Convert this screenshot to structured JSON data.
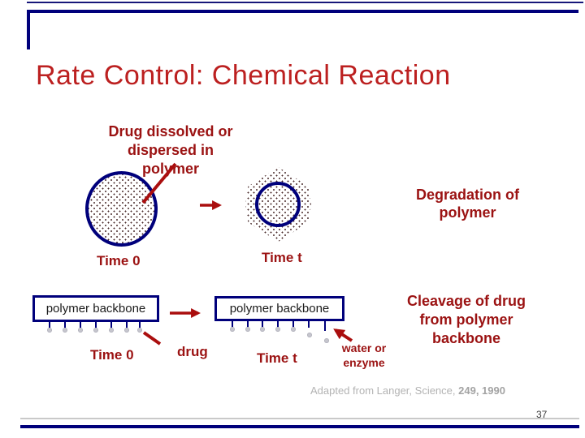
{
  "slide": {
    "title": "Rate Control: Chemical Reaction",
    "page_number": "37"
  },
  "footer": {
    "citation_prefix": "Adapted from Langer, Science, ",
    "citation_ref": "249, 1990"
  },
  "top_diagram": {
    "annotation": "Drug dissolved or\ndispersed in\npolymer",
    "time_start_label": "Time 0",
    "time_later_label": "Time t",
    "note": "Degradation of\npolymer"
  },
  "bottom_diagram": {
    "left_box_label": "polymer backbone",
    "right_box_label": "polymer backbone",
    "time_start_label": "Time 0",
    "time_later_label": "Time t",
    "drug_label": "drug",
    "agent_label": "water or\nenzyme",
    "note": "Cleavage of drug\nfrom polymer\nbackbone"
  },
  "colors": {
    "navy": "#00007b",
    "title_red": "#bc2020",
    "dark_red": "#9b1212",
    "arrow_red": "#aa0e0e",
    "ball_gray": "#c6c6ce",
    "citation_gray": "#b3b3b3"
  }
}
